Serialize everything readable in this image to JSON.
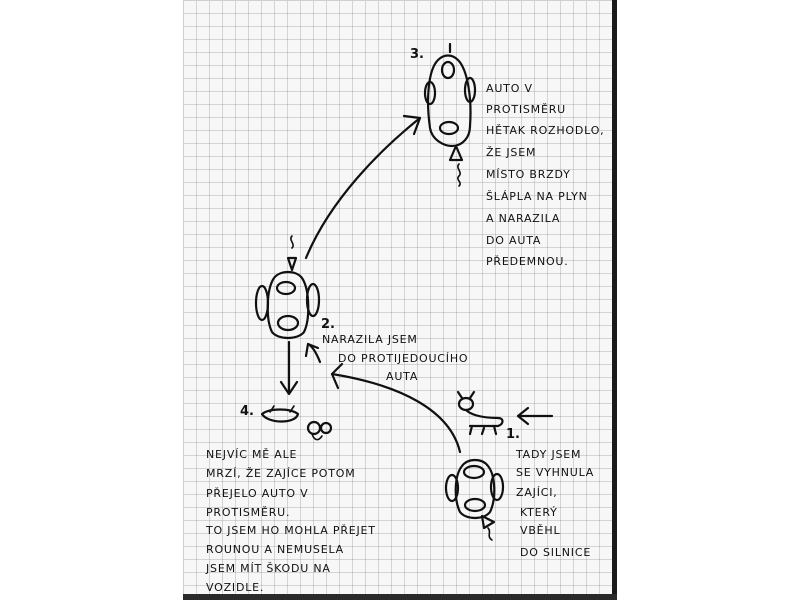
{
  "labels": {
    "n1": "1.",
    "n2": "2.",
    "n3": "3.",
    "n4": "4."
  },
  "notes": {
    "step3": [
      "AUTO V",
      "PROTISMĚRU",
      "HĚTAK ROZHODLO,",
      "ŽE JSEM",
      "MÍSTO BRZDY",
      "ŠLÁPLA NA PLYN",
      "A NARAZILA",
      "DO AUTA",
      "PŘEDEMNOU."
    ],
    "step2": [
      "NARAZILA JSEM",
      "DO PROTIJEDOUCÍHO",
      "AUTA"
    ],
    "step1": [
      "TADY JSEM",
      "SE VYHNULA",
      "ZAJÍCI,",
      "KTERÝ",
      "VBĚHL",
      "DO SILNICE"
    ],
    "step4": [
      "NEJVÍC MĚ ALE",
      "MRZÍ, ŽE ZAJÍCE POTOM",
      "PŘEJELO AUTO V",
      "PROTISMĚRU.",
      "TO JSEM HO MOHLA PŘEJET",
      "ROUNOU A NEMUSELA",
      "JSEM MÍT ŠKODU NA",
      "VOZIDLE."
    ]
  }
}
